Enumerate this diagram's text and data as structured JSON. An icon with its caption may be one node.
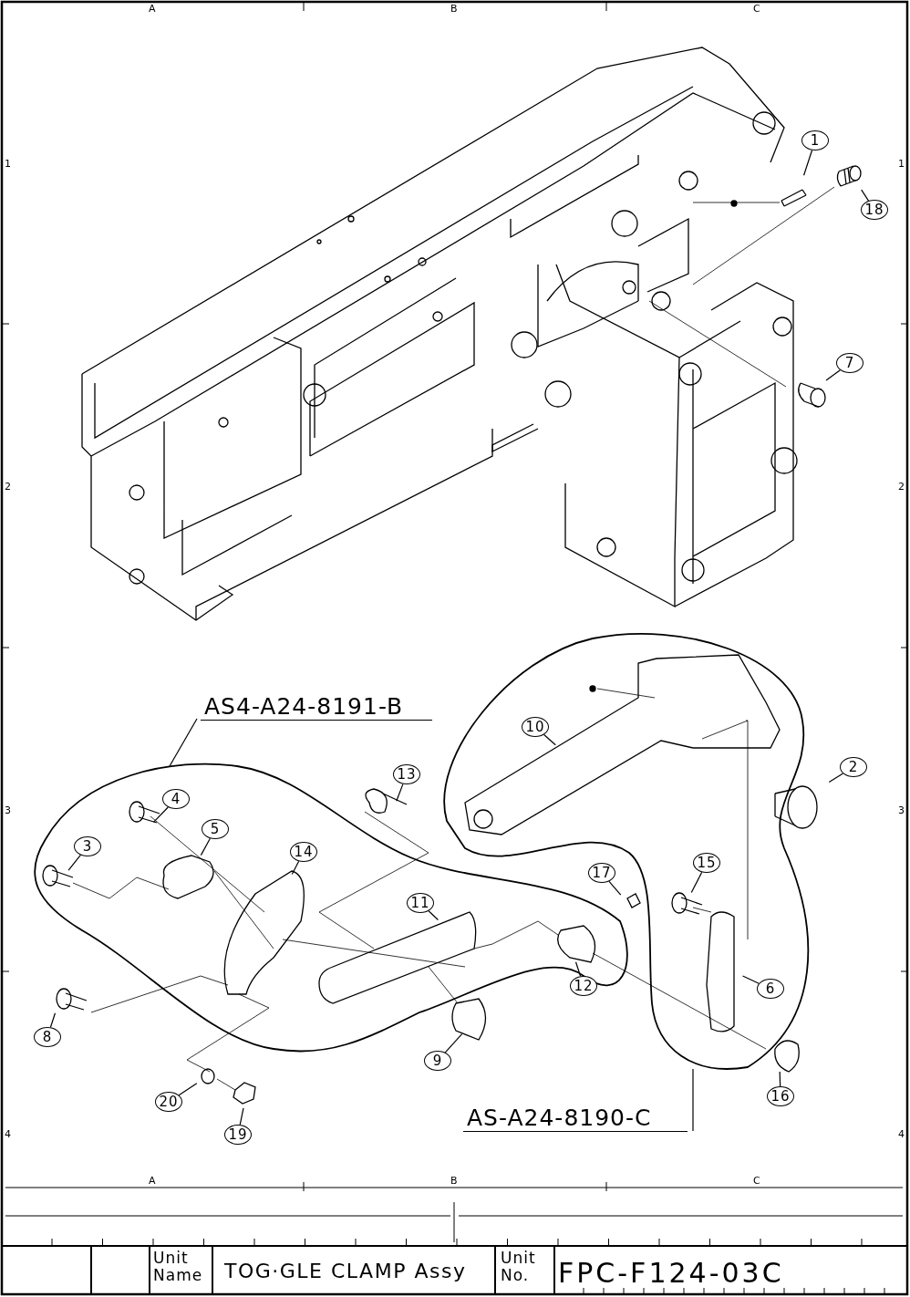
{
  "diagram": {
    "nodes": [
      {
        "text": [
          "1"
        ]
      },
      {
        "text": [
          "18"
        ]
      },
      {
        "text": [
          "7"
        ]
      },
      {
        "text": [
          "AS4-A24-8191-B"
        ]
      },
      {
        "text": [
          "10"
        ]
      },
      {
        "text": [
          "2"
        ]
      },
      {
        "text": [
          "13"
        ]
      },
      {
        "text": [
          "4"
        ]
      },
      {
        "text": [
          "5"
        ]
      },
      {
        "text": [
          "3"
        ]
      },
      {
        "text": [
          "14"
        ]
      },
      {
        "text": [
          "17"
        ]
      },
      {
        "text": [
          "15"
        ]
      },
      {
        "text": [
          "11"
        ]
      },
      {
        "text": [
          "12"
        ]
      },
      {
        "text": [
          "6"
        ]
      },
      {
        "text": [
          "8"
        ]
      },
      {
        "text": [
          "9"
        ]
      },
      {
        "text": [
          "16"
        ]
      },
      {
        "text": [
          "20"
        ]
      },
      {
        "text": [
          "19"
        ]
      },
      {
        "text": [
          "AS-A24-8190-C"
        ]
      }
    ],
    "edges": [
      {
        "from": 0,
        "to": null,
        "arrow": "none"
      },
      {
        "from": 1,
        "to": null,
        "arrow": "none"
      },
      {
        "from": 2,
        "to": null,
        "arrow": "none"
      },
      {
        "from": 3,
        "to": null,
        "arrow": "none"
      },
      {
        "from": 4,
        "to": null,
        "arrow": "none"
      },
      {
        "from": 5,
        "to": null,
        "arrow": "none"
      },
      {
        "from": 6,
        "to": null,
        "arrow": "none"
      },
      {
        "from": 7,
        "to": null,
        "arrow": "none"
      },
      {
        "from": 8,
        "to": null,
        "arrow": "none"
      },
      {
        "from": 9,
        "to": null,
        "arrow": "none"
      },
      {
        "from": 10,
        "to": null,
        "arrow": "none"
      },
      {
        "from": 11,
        "to": null,
        "arrow": "none"
      },
      {
        "from": 12,
        "to": null,
        "arrow": "none"
      },
      {
        "from": 13,
        "to": null,
        "arrow": "none"
      },
      {
        "from": 14,
        "to": null,
        "arrow": "none"
      },
      {
        "from": 15,
        "to": null,
        "arrow": "none"
      },
      {
        "from": 16,
        "to": null,
        "arrow": "none"
      },
      {
        "from": 17,
        "to": null,
        "arrow": "none"
      },
      {
        "from": 18,
        "to": null,
        "arrow": "none"
      },
      {
        "from": 19,
        "to": null,
        "arrow": "none"
      },
      {
        "from": 20,
        "to": null,
        "arrow": "none"
      },
      {
        "from": 21,
        "to": null,
        "arrow": "none"
      }
    ],
    "labels": [
      "A",
      "B",
      "C",
      "1",
      "1",
      "2",
      "2",
      "3",
      "3",
      "4",
      "4",
      "A",
      "B",
      "C",
      "Unit Name",
      "TOG·GLE CLAMP Assy",
      "Unit No.",
      "FPC-F124-03C"
    ]
  }
}
